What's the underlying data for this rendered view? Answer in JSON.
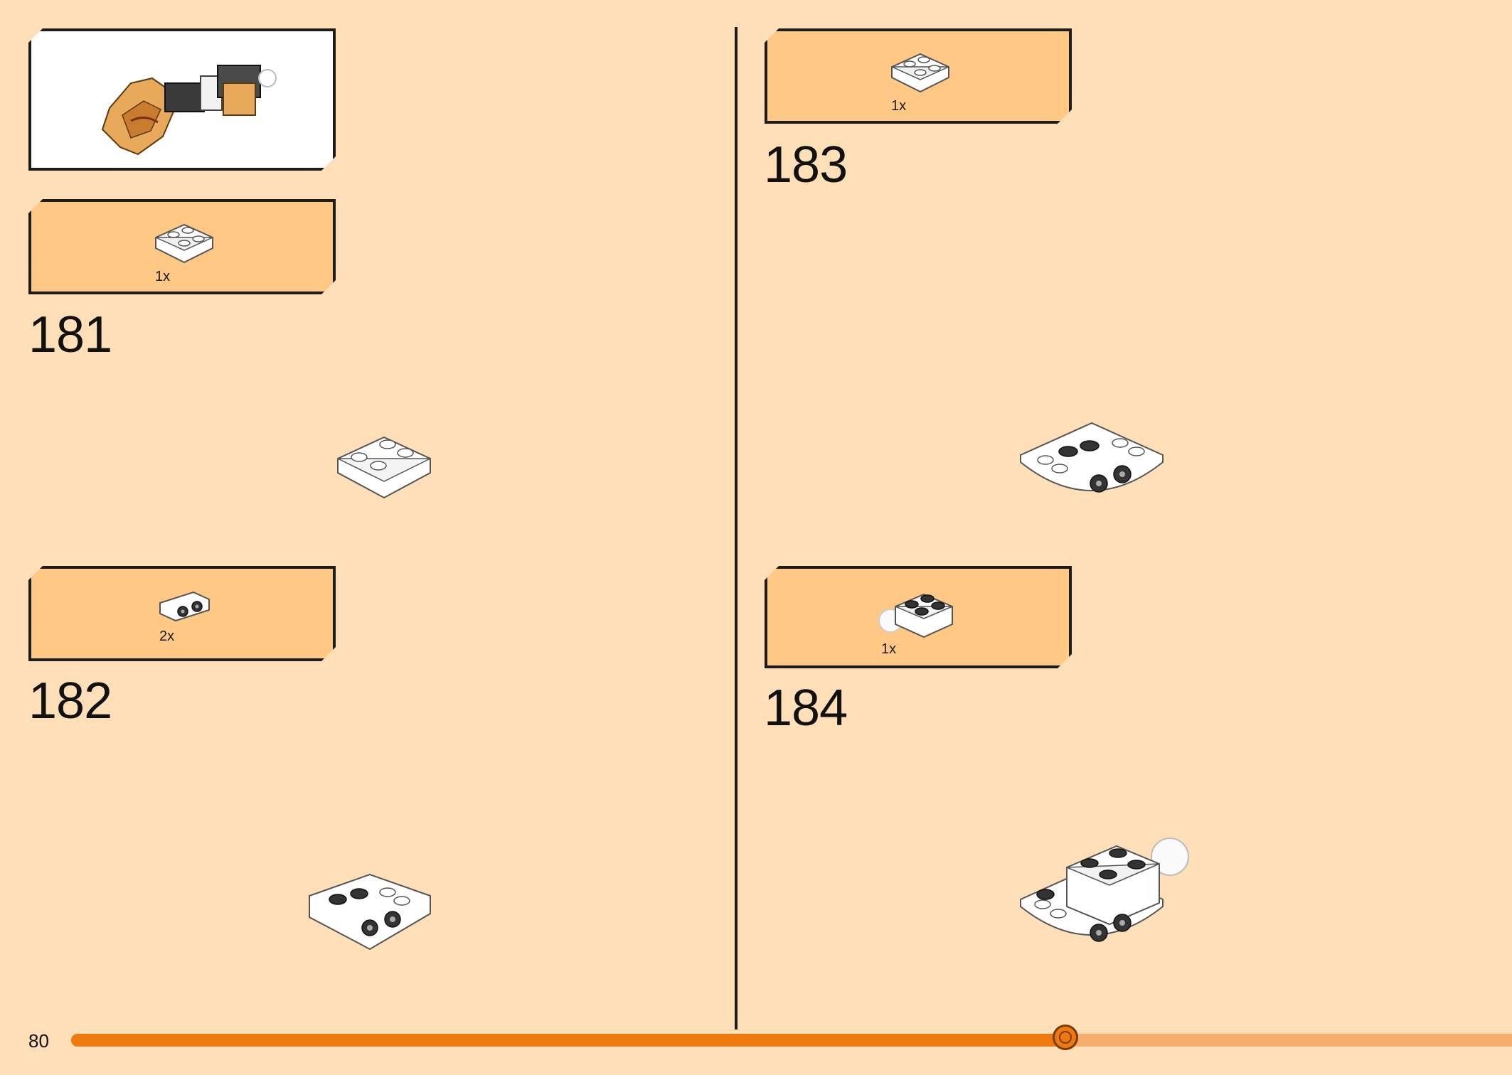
{
  "page": {
    "number": "80",
    "progress_fraction": 0.69
  },
  "colors": {
    "background": "#FEDFB7",
    "parts_panel": "#FFC884",
    "outline": "#1c1c1c",
    "progress_fill": "#EE7A0F",
    "progress_track": "#F9AD6C"
  },
  "left_column": {
    "steps": [
      {
        "number": "181",
        "part_qty": "1x",
        "part_icon": "inverted-slope-brick-icon"
      },
      {
        "number": "182",
        "part_qty": "2x",
        "part_icon": "bracket-plate-icon"
      }
    ]
  },
  "right_column": {
    "steps": [
      {
        "number": "183",
        "part_qty": "1x",
        "part_icon": "inverted-slope-brick-icon"
      },
      {
        "number": "184",
        "part_qty": "1x",
        "part_icon": "ball-joint-brick-icon"
      }
    ]
  }
}
